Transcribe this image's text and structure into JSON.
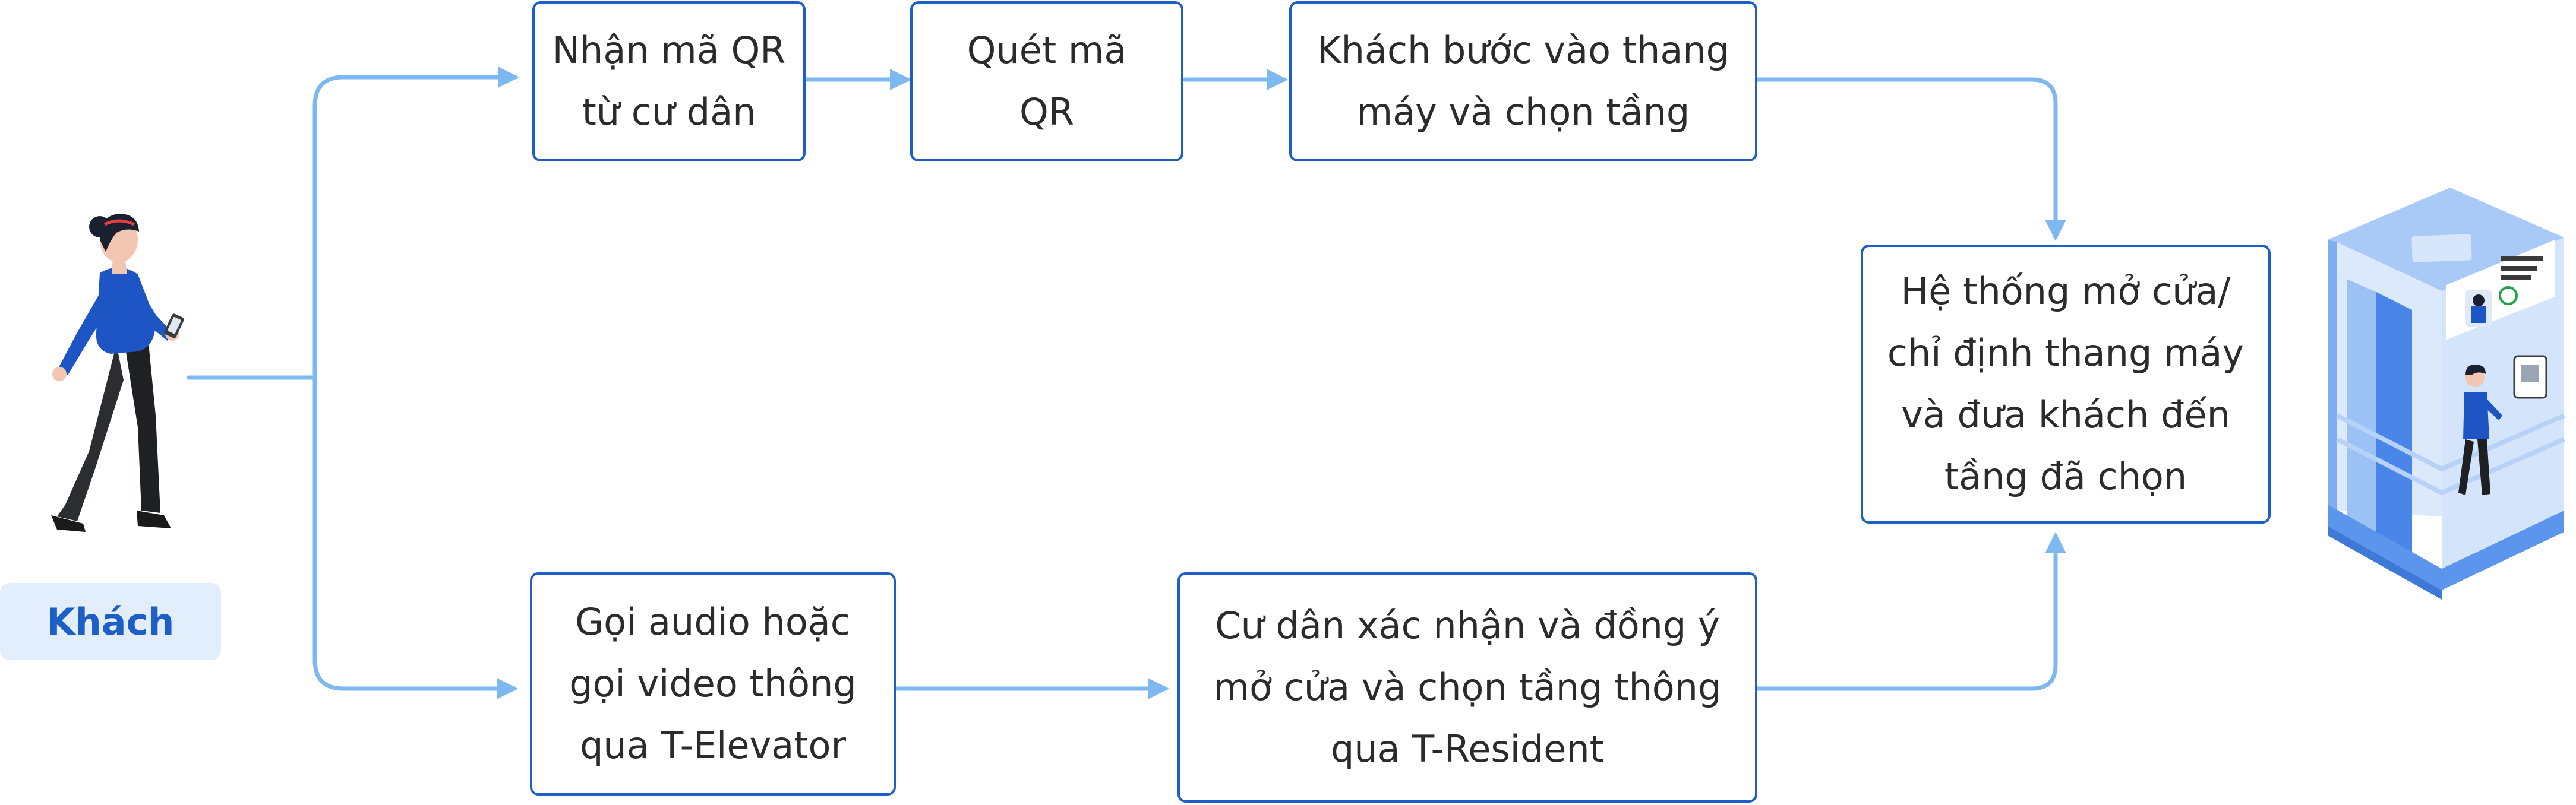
{
  "nodes": {
    "receive_qr": "Nhận mã QR\ntừ cư dân",
    "scan_qr": "Quét mã\nQR",
    "enter_elevator": "Khách bước vào thang\nmáy và chọn tầng",
    "call_audio_video": "Gọi audio hoặc\ngọi video thông\nqua T-Elevator",
    "resident_confirm": "Cư dân xác nhận và đồng ý\nmở cửa và chọn tầng  thông\nqua T-Resident",
    "system_result": "Hệ thống mở cửa/\nchỉ định thang máy\nvà đưa khách đến\ntầng đã chọn"
  },
  "actor_label": "Khách",
  "colors": {
    "connector": "#7db8f0",
    "box_border": "#1d5fc7",
    "label_bg": "#e3eefc",
    "label_text": "#1d5fc7"
  },
  "icons": [
    "walking-guest-illustration",
    "elevator-cabin-illustration"
  ]
}
